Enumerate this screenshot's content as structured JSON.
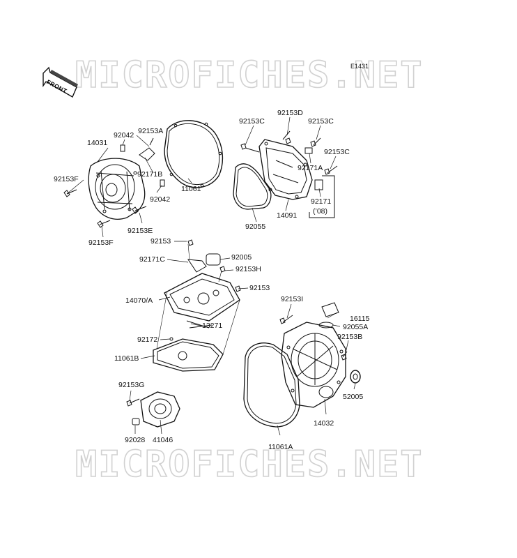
{
  "watermark": {
    "text": "MICROFICHES.NET"
  },
  "diagram_code": "E1431",
  "front_indicator": {
    "label": "FRONT",
    "icon": "front-arrow-icon"
  },
  "callouts": [
    {
      "id": "92153F_a",
      "text": "92153F"
    },
    {
      "id": "14031",
      "text": "14031"
    },
    {
      "id": "92042_a",
      "text": "92042"
    },
    {
      "id": "92153A",
      "text": "92153A"
    },
    {
      "id": "92171B",
      "text": "92171B"
    },
    {
      "id": "92042_b",
      "text": "92042"
    },
    {
      "id": "11061",
      "text": "11061"
    },
    {
      "id": "92153E",
      "text": "92153E"
    },
    {
      "id": "92153F_b",
      "text": "92153F"
    },
    {
      "id": "92153C_a",
      "text": "92153C"
    },
    {
      "id": "92153D",
      "text": "92153D"
    },
    {
      "id": "92153C_b",
      "text": "92153C"
    },
    {
      "id": "92153C_c",
      "text": "92153C"
    },
    {
      "id": "92171A",
      "text": "92171A"
    },
    {
      "id": "92171",
      "text": "92171"
    },
    {
      "id": "yr08",
      "text": "(’08)"
    },
    {
      "id": "14091",
      "text": "14091"
    },
    {
      "id": "92055",
      "text": "92055"
    },
    {
      "id": "92153",
      "text": "92153"
    },
    {
      "id": "92171C",
      "text": "92171C"
    },
    {
      "id": "92005",
      "text": "92005"
    },
    {
      "id": "92153H",
      "text": "92153H"
    },
    {
      "id": "14070A",
      "text": "14070/A"
    },
    {
      "id": "92153_b",
      "text": "92153"
    },
    {
      "id": "13271",
      "text": "13271"
    },
    {
      "id": "92172",
      "text": "92172"
    },
    {
      "id": "11061B",
      "text": "11061B"
    },
    {
      "id": "92153I",
      "text": "92153I"
    },
    {
      "id": "16115",
      "text": "16115"
    },
    {
      "id": "92055A",
      "text": "92055A"
    },
    {
      "id": "92153B",
      "text": "92153B"
    },
    {
      "id": "52005",
      "text": "52005"
    },
    {
      "id": "14032",
      "text": "14032"
    },
    {
      "id": "11061A",
      "text": "11061A"
    },
    {
      "id": "92153G",
      "text": "92153G"
    },
    {
      "id": "92028",
      "text": "92028"
    },
    {
      "id": "41046",
      "text": "41046"
    }
  ]
}
